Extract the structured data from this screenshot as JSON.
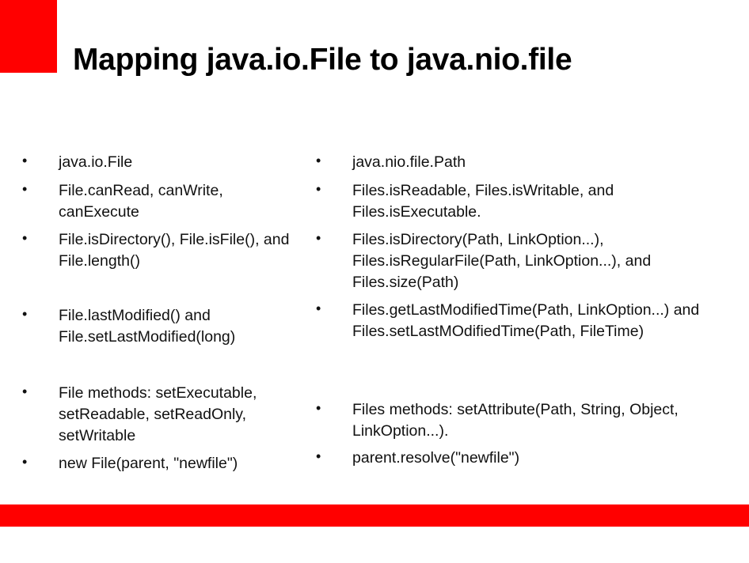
{
  "title": "Mapping java.io.File to java.nio.file",
  "bullet_glyph": "•",
  "left_items": [
    "java.io.File",
    "File.canRead, canWrite, canExecute",
    "File.isDirectory(), File.isFile(), and File.length()",
    "File.lastModified() and File.setLastModified(long)",
    "File methods: setExecutable, setReadable, setReadOnly, setWritable",
    "new File(parent, \"newfile\")"
  ],
  "right_items": [
    "java.nio.file.Path",
    "Files.isReadable, Files.isWritable, and Files.isExecutable.",
    "Files.isDirectory(Path, LinkOption...), Files.isRegularFile(Path, LinkOption...), and Files.size(Path)",
    "Files.getLastModifiedTime(Path, LinkOption...) and Files.setLastMOdifiedTime(Path, FileTime)",
    "Files methods: setAttribute(Path, String, Object, LinkOption...).",
    "parent.resolve(\"newfile\")"
  ],
  "colors": {
    "accent": "#ff0000",
    "text": "#111111"
  }
}
